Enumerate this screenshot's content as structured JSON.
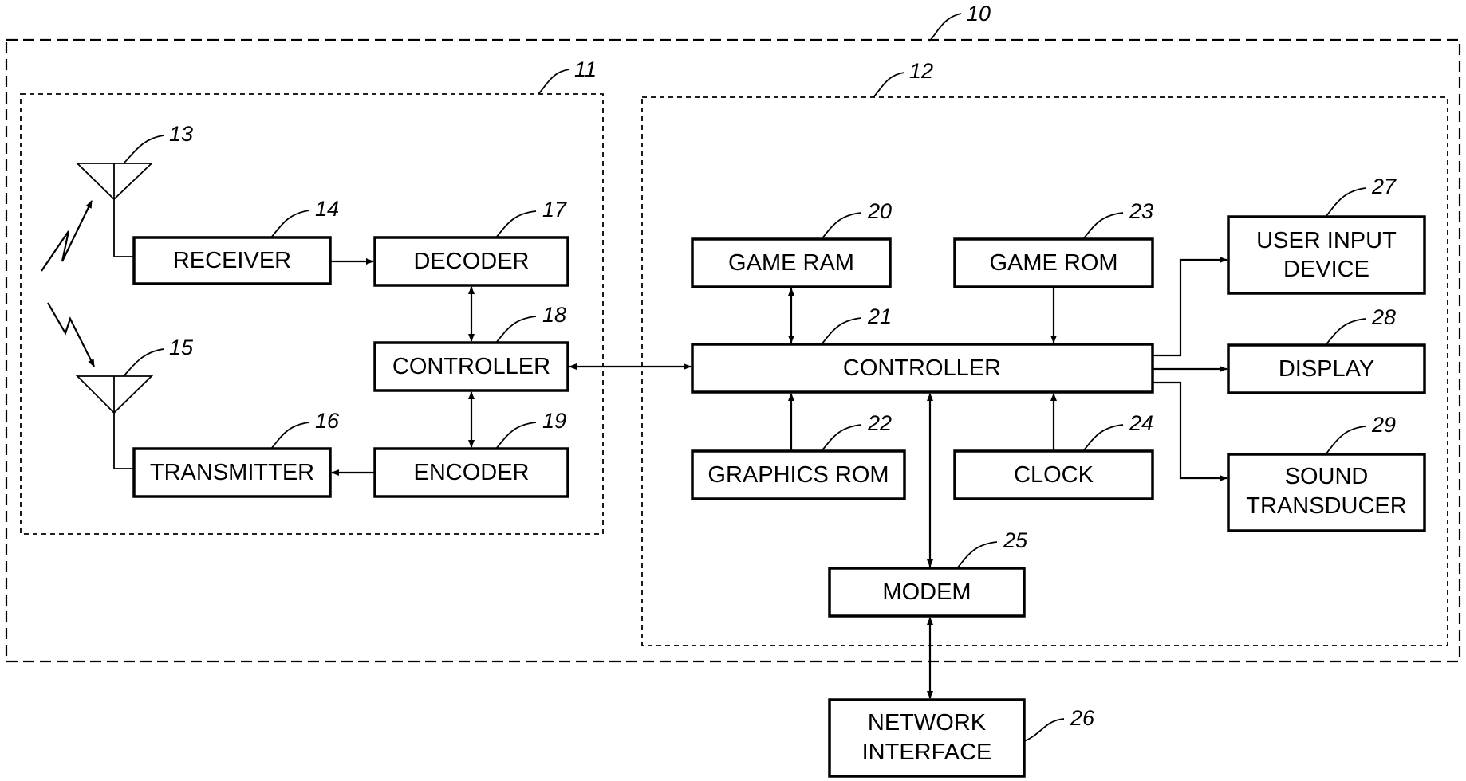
{
  "figure": {
    "boundaries": {
      "device": "10",
      "communication_unit": "11",
      "game_unit": "12"
    },
    "antennas": {
      "receive_antenna": "13",
      "transmit_antenna": "15"
    },
    "blocks": {
      "receiver": {
        "label": "RECEIVER",
        "ref": "14"
      },
      "transmitter": {
        "label": "TRANSMITTER",
        "ref": "16"
      },
      "decoder": {
        "label": "DECODER",
        "ref": "17"
      },
      "comm_controller": {
        "label": "CONTROLLER",
        "ref": "18"
      },
      "encoder": {
        "label": "ENCODER",
        "ref": "19"
      },
      "game_ram": {
        "label": "GAME RAM",
        "ref": "20"
      },
      "game_controller": {
        "label": "CONTROLLER",
        "ref": "21"
      },
      "graphics_rom": {
        "label": "GRAPHICS ROM",
        "ref": "22"
      },
      "game_rom": {
        "label": "GAME ROM",
        "ref": "23"
      },
      "clock": {
        "label": "CLOCK",
        "ref": "24"
      },
      "modem": {
        "label": "MODEM",
        "ref": "25"
      },
      "network_interface": {
        "label": [
          "NETWORK",
          "INTERFACE"
        ],
        "ref": "26"
      },
      "user_input_device": {
        "label": [
          "USER INPUT",
          "DEVICE"
        ],
        "ref": "27"
      },
      "display": {
        "label": "DISPLAY",
        "ref": "28"
      },
      "sound_transducer": {
        "label": [
          "SOUND",
          "TRANSDUCER"
        ],
        "ref": "29"
      }
    }
  }
}
